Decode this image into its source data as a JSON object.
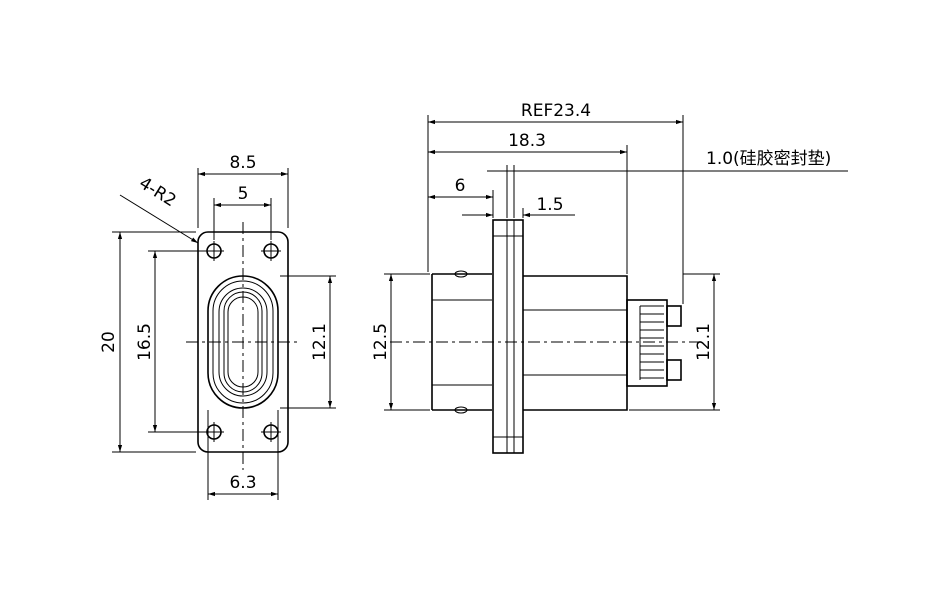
{
  "front_view": {
    "width_outer": "8.5",
    "hole_pitch_x": "5",
    "corner_label": "4-R2",
    "height_total": "20",
    "hole_pitch_y": "16.5",
    "slot_height": "12.1",
    "slot_width": "6.3"
  },
  "side_view": {
    "overall_length": "REF23.4",
    "body_length": "18.3",
    "nose_length": "6",
    "flange_thickness": "1.5",
    "gasket_note": "1.0(硅胶密封垫)",
    "front_diameter": "12.5",
    "rear_height": "12.1"
  }
}
